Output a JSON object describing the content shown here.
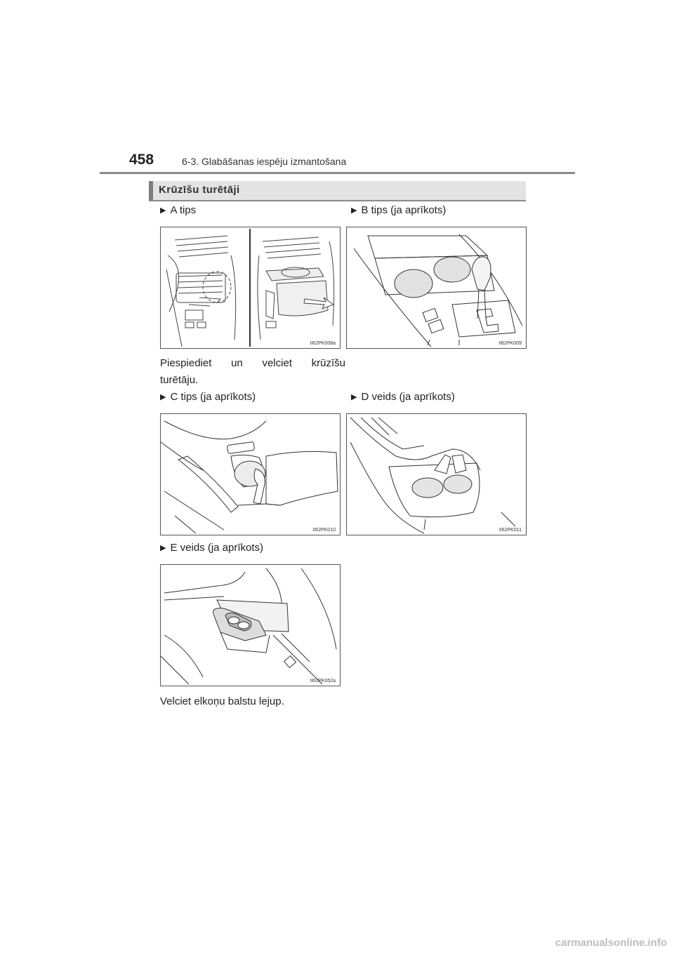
{
  "header": {
    "page_number": "458",
    "section": "6-3. Glabāšanas iespēju izmantošana"
  },
  "subheading": "Krūzīšu turētāji",
  "figures": {
    "a": {
      "label": "A tips",
      "code": "II62PK008a"
    },
    "b": {
      "label": "B tips (ja aprīkots)",
      "code": "II62PK009"
    },
    "c": {
      "label": "C tips (ja aprīkots)",
      "code": "II62PK010"
    },
    "d": {
      "label": "D veids (ja aprīkots)",
      "code": "II62PK011"
    },
    "e": {
      "label": "E veids (ja aprīkots)",
      "code": "II62PK052a"
    }
  },
  "texts": {
    "a_instruction_line1": "Piespiediet un velciet krūzīšu",
    "a_instruction_line2": "turētāju.",
    "e_instruction": "Velciet elkoņu balstu lejup."
  },
  "footer": {
    "watermark": "carmanualsonline.info"
  }
}
